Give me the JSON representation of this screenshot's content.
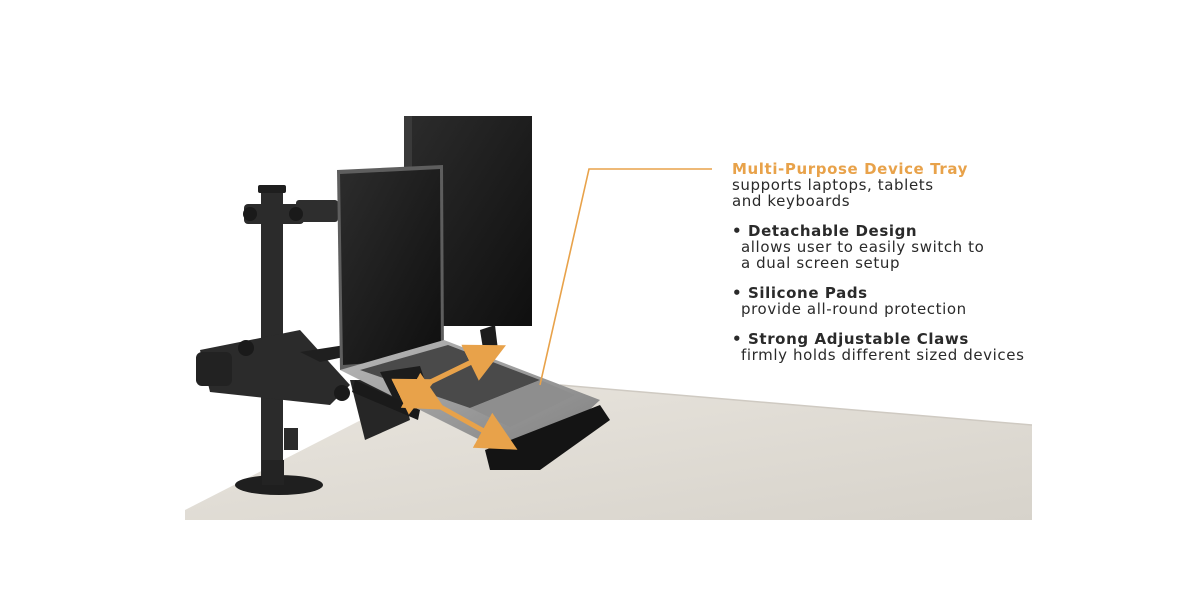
{
  "callout": {
    "title": "Multi-Purpose Device Tray",
    "subtitle_lines": [
      "supports laptops, tablets",
      "and keyboards"
    ],
    "features": [
      {
        "title": "Detachable Design",
        "desc_lines": [
          "allows user to easily switch to",
          "a dual screen setup"
        ]
      },
      {
        "title": "Silicone Pads",
        "desc_lines": [
          "provide all-round protection"
        ]
      },
      {
        "title": "Strong Adjustable Claws",
        "desc_lines": [
          "firmly holds different sized devices"
        ]
      }
    ],
    "bullet": "•"
  },
  "colors": {
    "accent": "#e8a24a",
    "desk": "#e2ded7",
    "metal": "#2b2b2b",
    "screen": "#1b1b1b",
    "laptop_body": "#9a9a9a"
  }
}
